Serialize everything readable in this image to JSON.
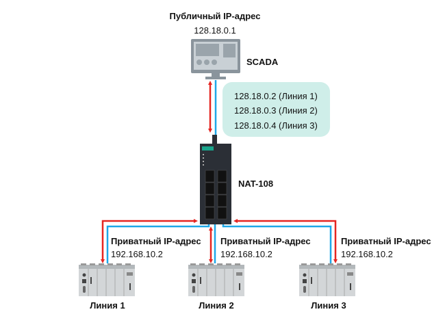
{
  "scada": {
    "title": "Публичный IP-адрес",
    "ip": "128.18.0.1",
    "name": "SCADA"
  },
  "mapping": [
    "128.18.0.2 (Линия 1)",
    "128.18.0.3 (Линия 2)",
    "128.18.0.4 (Линия 3)"
  ],
  "switch": {
    "name": "NAT-108"
  },
  "lines": [
    {
      "label": "Приватный IP-адрес",
      "ip": "192.168.10.2",
      "name": "Линия 1"
    },
    {
      "label": "Приватный IP-адрес",
      "ip": "192.168.10.2",
      "name": "Линия 2"
    },
    {
      "label": "Приватный IP-адрес",
      "ip": "192.168.10.2",
      "name": "Линия 3"
    }
  ],
  "colors": {
    "request": "#e52521",
    "response": "#1ea7e8",
    "bubble": "#cfeee9",
    "switch": "#2b2f36",
    "brand": "#1aa58c"
  }
}
